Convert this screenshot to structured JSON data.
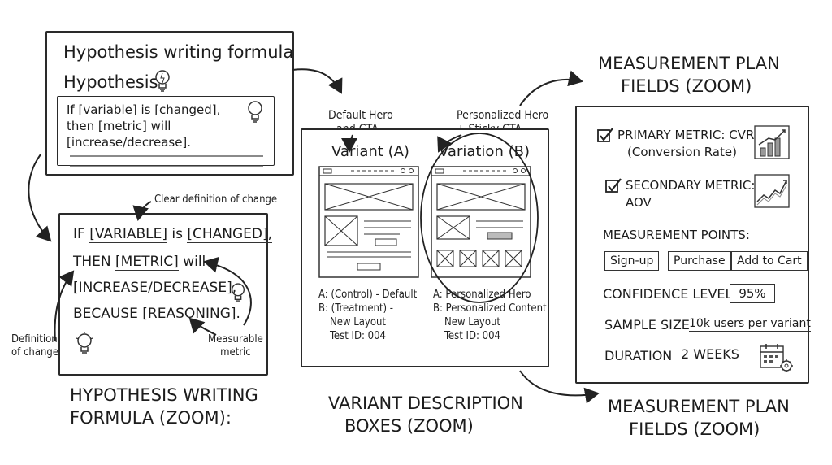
{
  "left": {
    "top_box": {
      "title": "Hypothesis writing formula",
      "subtitle": "Hypothesis",
      "inner_lines": [
        "If [variable] is [changed],",
        "then [metric] will",
        "[increase/decrease]."
      ]
    },
    "zoom_box": {
      "annotation_top": "Clear definition of change",
      "line1_pre": "IF ",
      "line1_var": "[VARIABLE]",
      "line1_mid": " is ",
      "line1_chg": "[CHANGED],",
      "line2_pre": "THEN ",
      "line2_metric": "[METRIC]",
      "line2_post": " will",
      "line3": "[INCREASE/DECREASE],",
      "line4": "BECAUSE [REASONING].",
      "annotation_left": [
        "Definition",
        "of change"
      ],
      "annotation_right": [
        "Measurable",
        "metric"
      ]
    },
    "caption": [
      "HYPOTHESIS WRITING",
      "FORMULA (ZOOM):"
    ]
  },
  "middle": {
    "note_a": [
      "Default Hero",
      "and CTA."
    ],
    "note_b": [
      "Personalized Hero",
      "+ Sticky CTA."
    ],
    "variant_a_title": "Variant (A)",
    "variant_b_title": "Variation (B)",
    "desc_a": [
      "A: (Control) - Default",
      "B: (Treatment) -",
      "New Layout",
      "Test ID: 004"
    ],
    "desc_b": [
      "A: Personalized Hero",
      "B: Personalized Content",
      "New Layout",
      "Test ID: 004"
    ],
    "caption": [
      "VARIANT DESCRIPTION",
      "BOXES (ZOOM)"
    ]
  },
  "right": {
    "heading_top": [
      "MEASUREMENT PLAN",
      "FIELDS (ZOOM)"
    ],
    "primary_metric": [
      "PRIMARY METRIC: CVR",
      "(Conversion Rate)"
    ],
    "secondary_metric": [
      "SECONDARY METRIC:",
      "AOV"
    ],
    "points_label": "MEASUREMENT POINTS:",
    "points": [
      "Sign-up",
      "Purchase",
      "Add to Cart"
    ],
    "confidence_label": "CONFIDENCE LEVEL",
    "confidence_value": "95%",
    "sample_label": "SAMPLE SIZE",
    "sample_value": "10k users per variant",
    "duration_label": "DURATION",
    "duration_value": "2 WEEKS",
    "caption": [
      "MEASUREMENT PLAN",
      "FIELDS (ZOOM)"
    ]
  }
}
